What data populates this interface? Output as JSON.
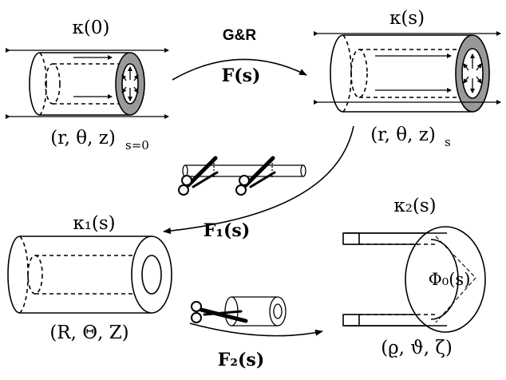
{
  "diagram": {
    "kappa0_label": "κ(0)",
    "kappa_s_label": "κ(s)",
    "kappa1_label": "κ₁(s)",
    "kappa2_label": "κ₂(s)",
    "coords0": "(r, θ, z)",
    "coords0_sub": "s=0",
    "coords_s": "(r, θ, z)",
    "coords_s_sub": "s",
    "coords1": "(R, Θ, Z)",
    "coords2": "(ϱ, ϑ, ζ)",
    "gr_label": "G&R",
    "F_label": "F(s)",
    "F1_label": "F₁(s)",
    "F2_label": "F₂(s)",
    "phi_label": "Φ₀(s)"
  },
  "colors": {
    "stroke": "#000000",
    "wall_fill": "#999999",
    "background": "#ffffff"
  }
}
